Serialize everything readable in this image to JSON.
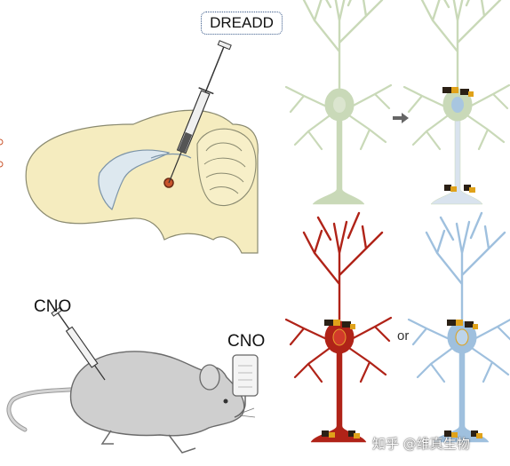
{
  "labels": {
    "dreadd": "DREADD",
    "cno_syringe": "CNO",
    "cno_bottle": "CNO",
    "or": "or",
    "watermark": "知乎 @维真生物"
  },
  "colors": {
    "brain": "#f5ecbf",
    "neuron_inactive": "#c9d9b8",
    "neuron_red": "#b02318",
    "neuron_blue": "#9fc0de",
    "receptor_dark": "#2b2015",
    "receptor_gold": "#e0a21a",
    "mouse": "#cfcfcf",
    "arrow": "#666666"
  },
  "panels": [
    {
      "name": "brain-injection",
      "icon": "brain-icon"
    },
    {
      "name": "neuron-before",
      "icon": "neuron-icon"
    },
    {
      "name": "neuron-after-dreadd",
      "icon": "neuron-icon"
    },
    {
      "name": "mouse-cno",
      "icon": "mouse-icon"
    },
    {
      "name": "neuron-activated",
      "icon": "neuron-icon"
    },
    {
      "name": "neuron-inhibited",
      "icon": "neuron-icon"
    }
  ]
}
